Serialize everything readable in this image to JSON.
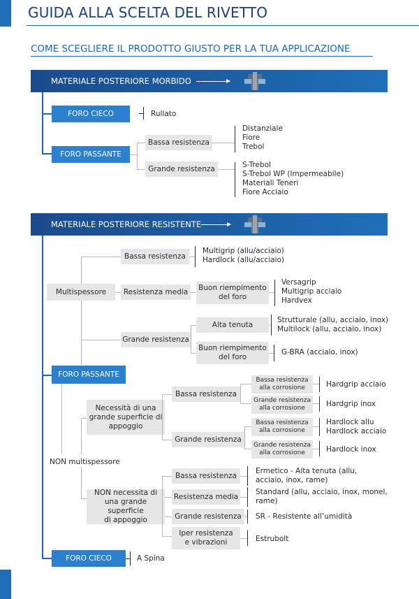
{
  "title": "GUIDA ALLA SCELTA DEL RIVETTO",
  "subtitle": "COME SCEGLIERE IL PRODOTTO GIUSTO PER LA TUA APPLICAZIONE",
  "section1": {
    "header": "MATERIALE POSTERIORE MORBIDO",
    "foro_cieco": "FORO CIECO",
    "foro_cieco_result": "Rullato",
    "foro_passante": "FORO PASSANTE",
    "bassa": "Bassa resistenza",
    "bassa_results": [
      "Distanziale",
      "Fiore",
      "Trebol"
    ],
    "grande": "Grande resistenza",
    "grande_results": [
      "S-Trebol",
      "S-Trebol WP (Impermeabile)",
      "Materiali Teneri",
      "Fiore Acciaio"
    ]
  },
  "section2": {
    "header": "MATERIALE POSTERIORE RESISTENTE",
    "multi": "Multispessore",
    "m_bassa": "Bassa resistenza",
    "m_bassa_results": [
      "Multigrip (allu/acciaio)",
      "Hardlock (allu/acciaio)"
    ],
    "m_media": "Resistenza media",
    "m_media_sub": [
      "Buon riempimento",
      "del foro"
    ],
    "m_media_results": [
      "Versagrip",
      "Multigrip acciaio",
      "Hardvex"
    ],
    "m_grande": "Grande resistenza",
    "m_alta_tenuta": "Alta tenuta",
    "m_alta_results": [
      "Strutturale (allu, acciaio, inox)",
      "Multilock (allu, acciaio, inox)"
    ],
    "m_buon": [
      "Buon riempimento",
      "del foro"
    ],
    "m_buon_result": "G-BRA (acciaio, inox)",
    "foro_passante": "FORO PASSANTE",
    "non_multi": "NON multispessore",
    "necessita": [
      "Necessità di una",
      "grande superficie di",
      "appoggio"
    ],
    "n_bassa": "Bassa resistenza",
    "n_grande": "Grande resistenza",
    "corr_bassa": [
      "Bassa resistenza",
      "alla corrosione"
    ],
    "corr_grande": [
      "Grande resistenza",
      "alla corrosione"
    ],
    "hardgrip_acciaio": "Hardgrip acciaio",
    "hardgrip_inox": "Hardgrip inox",
    "hardlock_results": [
      "Hardlock allu",
      "Hardlock acciaio"
    ],
    "hardlock_inox": "Hardlock inox",
    "non_necessita": [
      "NON necessita di",
      "una grande superficie",
      "di appoggio"
    ],
    "nn_bassa": "Bassa resistenza",
    "nn_bassa_results": [
      "Ermetico - Alta tenuta (allu,",
      "acciaio, inox, rame)"
    ],
    "nn_media": "Resistenza media",
    "nn_media_results": [
      "Standard (allu, acciaio, inox, monel,",
      "rame)"
    ],
    "nn_grande": "Grande resistenza",
    "nn_grande_result": "SR - Resistente all’umidità",
    "nn_iper": [
      "Iper resistenza",
      "e vibrazioni"
    ],
    "nn_iper_result": "Estrubolt",
    "foro_cieco": "FORO CIECO",
    "foro_cieco_result": "A Spina"
  },
  "colors": {
    "accent": "#1f6fb8",
    "box_blue": "#2a80cf",
    "box_grey": "#e6e6e6"
  },
  "icons": [
    "rivet-icon",
    "arrow-right-icon"
  ]
}
